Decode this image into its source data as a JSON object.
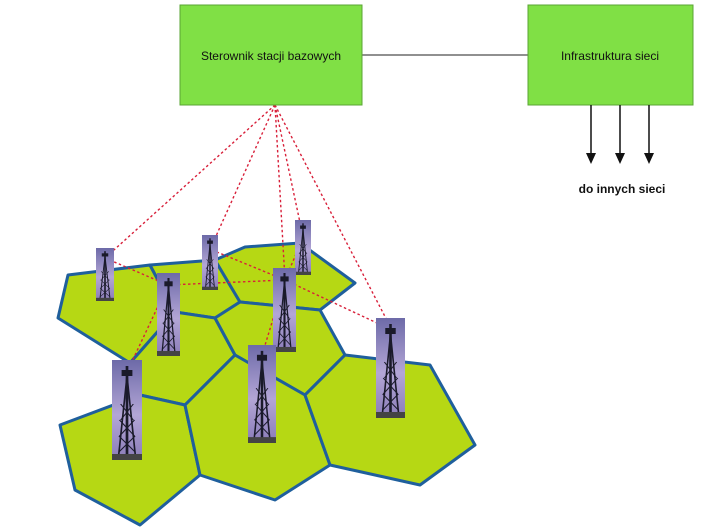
{
  "controller": {
    "label": "Sterownik stacji bazowych"
  },
  "infrastructure": {
    "label": "Infrastruktura sieci"
  },
  "outputs": {
    "caption": "do innych sieci",
    "arrow_count": 3
  },
  "colors": {
    "box_fill": "#80e045",
    "cell_fill": "#b6d814",
    "cell_border": "#1f5f9c",
    "link": "#d8203a",
    "tower_bg": "#9a8cc8"
  },
  "icons": [
    "cell-tower-icon",
    "arrow-down-icon"
  ]
}
